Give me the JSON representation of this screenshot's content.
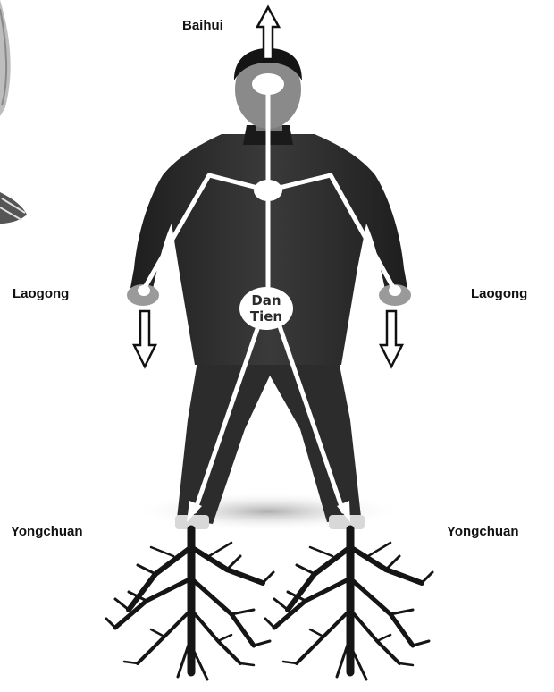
{
  "labels": {
    "crown_point": "Baihui",
    "palm_point_left": "Laogong",
    "palm_point_right": "Laogong",
    "sole_point_left": "Yongchuan",
    "sole_point_right": "Yongchuan"
  },
  "center": {
    "line1": "Dan",
    "line2": "Tien"
  },
  "colors": {
    "background": "#ffffff",
    "figure": "#2b2b2b",
    "energy_lines": "#ffffff",
    "arrows_outline": "#111111",
    "roots": "#151515"
  }
}
